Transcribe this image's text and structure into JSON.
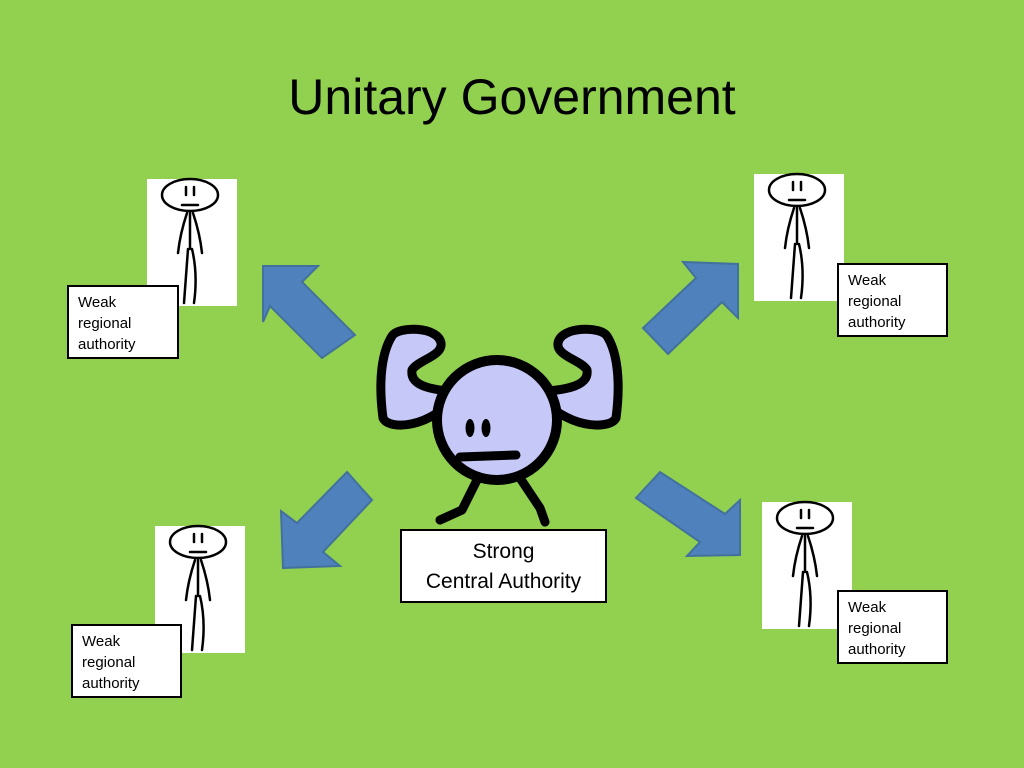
{
  "slide": {
    "title": "Unitary Government",
    "background_color": "#92d050",
    "arrow_color": "#4f81bd",
    "central": {
      "line1": "Strong",
      "line2": "Central Authority",
      "icon": "muscle-figure-icon",
      "figure_color": "#c6c8f7"
    },
    "regions": [
      {
        "line1": "Weak",
        "line2": "regional",
        "line3": "authority",
        "icon": "stick-figure-icon"
      },
      {
        "line1": "Weak",
        "line2": "regional",
        "line3": "authority",
        "icon": "stick-figure-icon"
      },
      {
        "line1": "Weak",
        "line2": "regional",
        "line3": "authority",
        "icon": "stick-figure-icon"
      },
      {
        "line1": "Weak",
        "line2": "regional",
        "line3": "authority",
        "icon": "stick-figure-icon"
      }
    ]
  }
}
